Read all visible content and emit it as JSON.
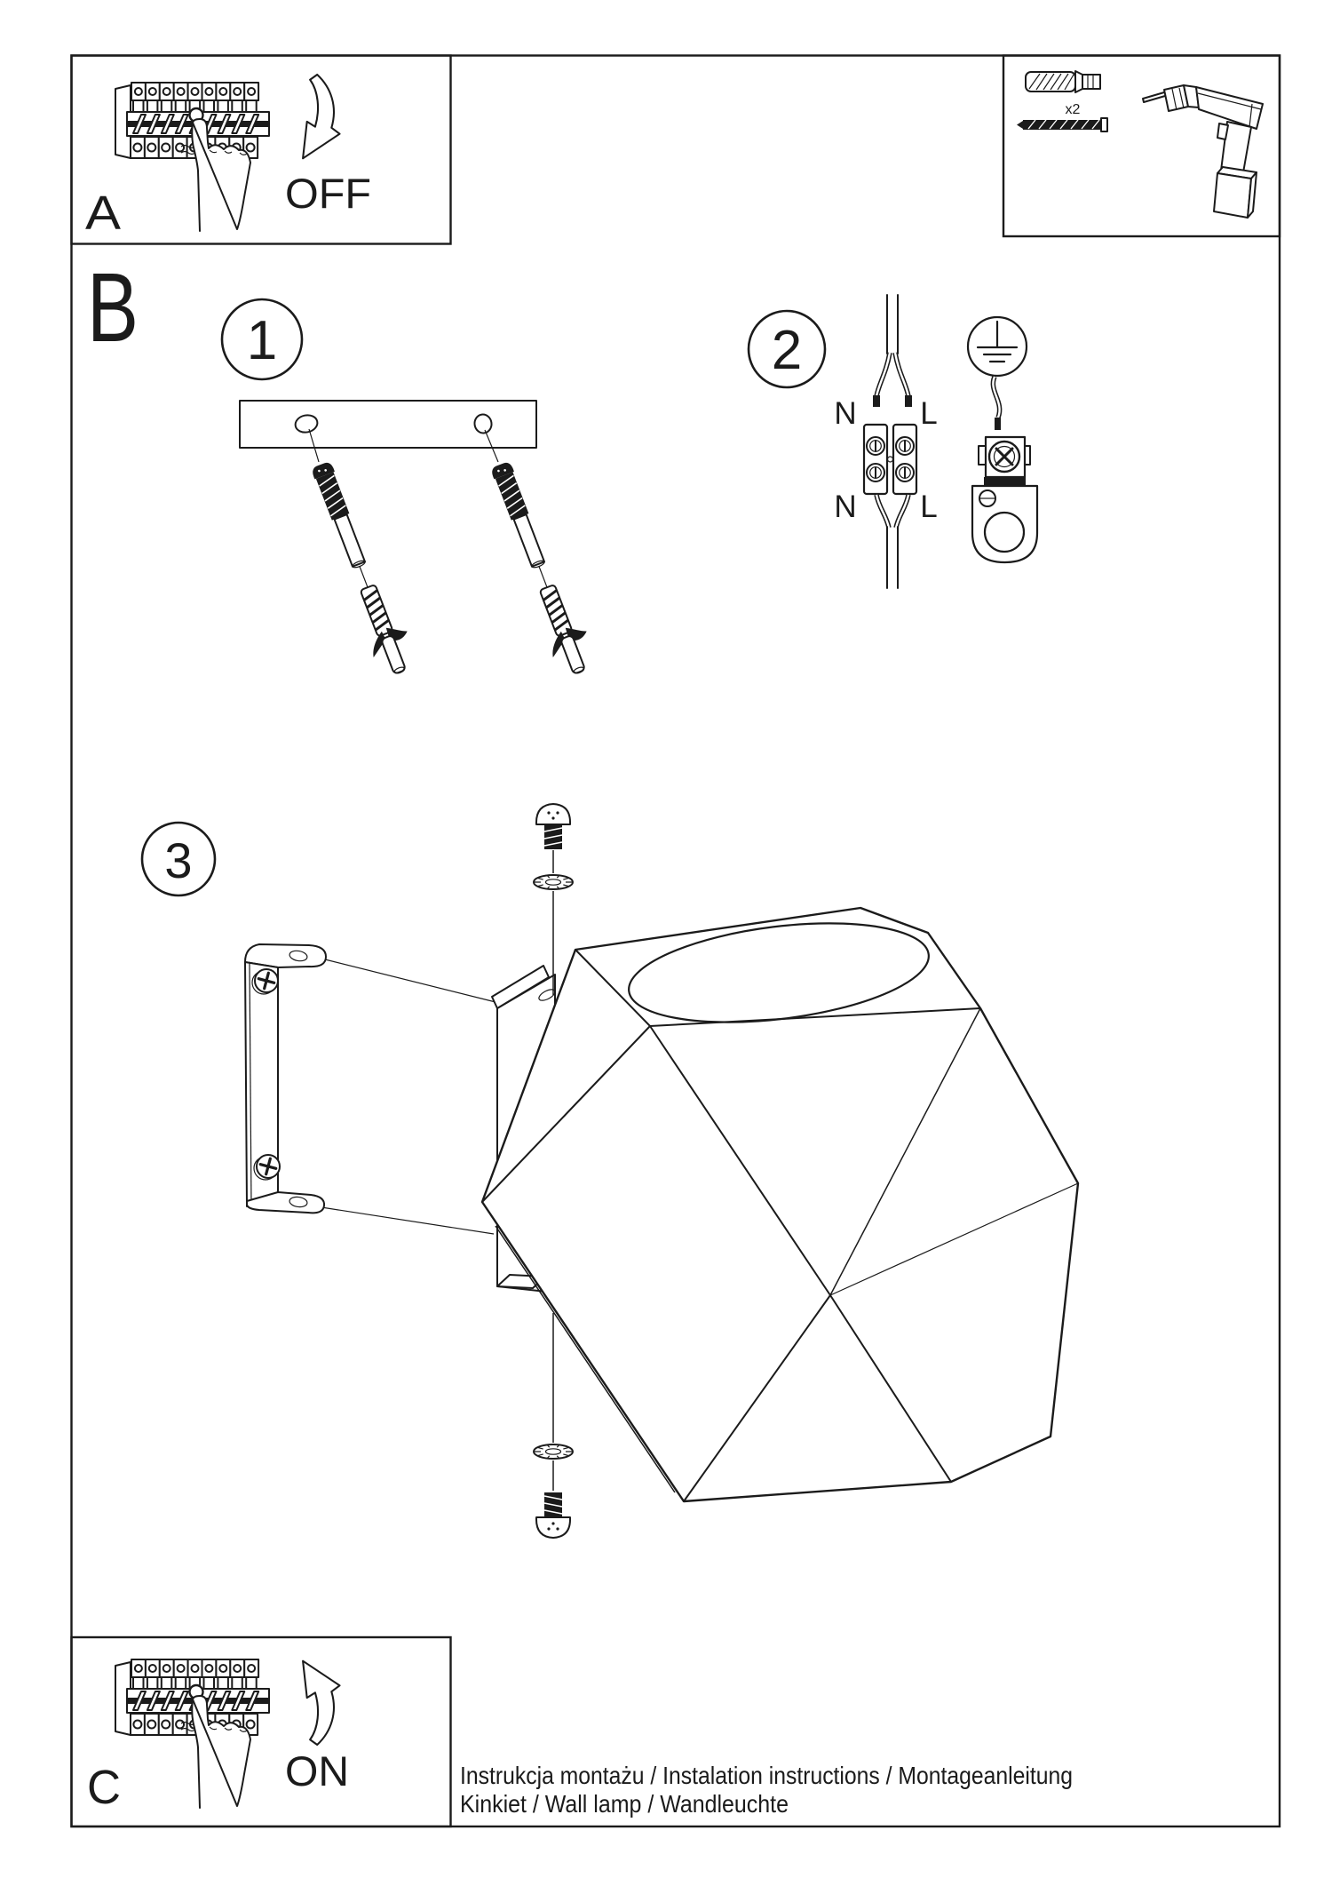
{
  "document": {
    "footer_line1": "Instrukcja montażu / Instalation instructions / Montageanleitung",
    "footer_line2": "Kinkiet  / Wall lamp / Wandleuchte"
  },
  "sections": {
    "power_off": {
      "label": "A",
      "action": "OFF"
    },
    "install": {
      "label": "B"
    },
    "power_on": {
      "label": "C",
      "action": "ON"
    },
    "hardware": {
      "quantity": "x2"
    }
  },
  "steps": {
    "one": "1",
    "two": "2",
    "three": "3"
  },
  "wiring": {
    "top_neutral": "N",
    "top_live": "L",
    "bottom_neutral": "N",
    "bottom_live": "L"
  },
  "colors": {
    "ink": "#1b1b1b",
    "paper": "#ffffff"
  }
}
